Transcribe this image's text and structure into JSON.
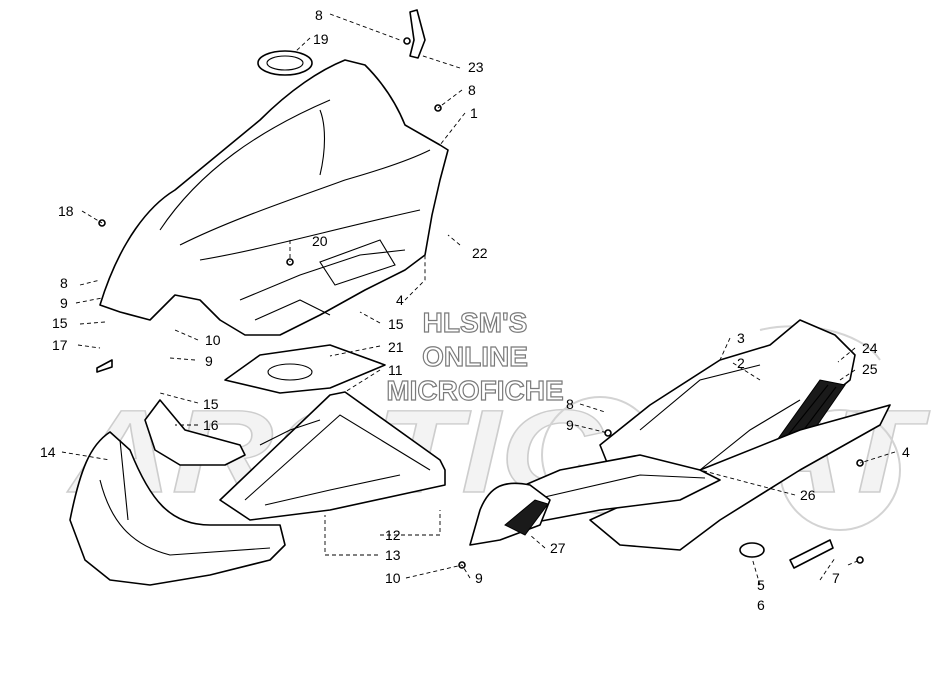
{
  "watermark": {
    "lines": [
      "HLSM'S",
      "ONLINE",
      "MICROFICHE"
    ],
    "brand": "ARCTIC CAT"
  },
  "callouts": [
    {
      "id": "c8a",
      "text": "8"
    },
    {
      "id": "c19",
      "text": "19"
    },
    {
      "id": "c23",
      "text": "23"
    },
    {
      "id": "c8b",
      "text": "8"
    },
    {
      "id": "c1",
      "text": "1"
    },
    {
      "id": "c18",
      "text": "18"
    },
    {
      "id": "c20",
      "text": "20"
    },
    {
      "id": "c22",
      "text": "22"
    },
    {
      "id": "c8c",
      "text": "8"
    },
    {
      "id": "c9a",
      "text": "9"
    },
    {
      "id": "c15a",
      "text": "15"
    },
    {
      "id": "c10a",
      "text": "10"
    },
    {
      "id": "c17",
      "text": "17"
    },
    {
      "id": "c9b",
      "text": "9"
    },
    {
      "id": "c4a",
      "text": "4"
    },
    {
      "id": "c15b",
      "text": "15"
    },
    {
      "id": "c21",
      "text": "21"
    },
    {
      "id": "c11",
      "text": "11"
    },
    {
      "id": "c15c",
      "text": "15"
    },
    {
      "id": "c16",
      "text": "16"
    },
    {
      "id": "c14",
      "text": "14"
    },
    {
      "id": "c12",
      "text": "12"
    },
    {
      "id": "c13",
      "text": "13"
    },
    {
      "id": "c10b",
      "text": "10"
    },
    {
      "id": "c9c",
      "text": "9"
    },
    {
      "id": "c3",
      "text": "3"
    },
    {
      "id": "c2",
      "text": "2"
    },
    {
      "id": "c24",
      "text": "24"
    },
    {
      "id": "c25",
      "text": "25"
    },
    {
      "id": "c8d",
      "text": "8"
    },
    {
      "id": "c9d",
      "text": "9"
    },
    {
      "id": "c4b",
      "text": "4"
    },
    {
      "id": "c26",
      "text": "26"
    },
    {
      "id": "c27",
      "text": "27"
    },
    {
      "id": "c5",
      "text": "5"
    },
    {
      "id": "c6",
      "text": "6"
    },
    {
      "id": "c7",
      "text": "7"
    }
  ]
}
